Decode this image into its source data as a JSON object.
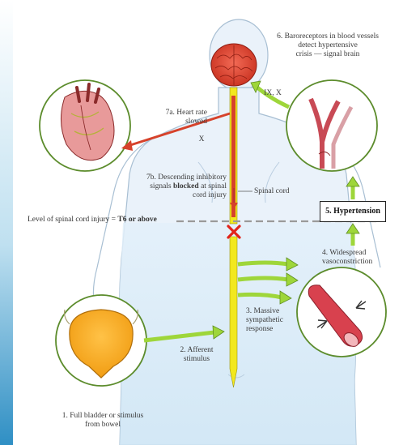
{
  "labels": {
    "step1": [
      "1. Full bladder or stimulus",
      "from bowel"
    ],
    "step2": [
      "2. Afferent",
      "stimulus"
    ],
    "step3": [
      "3. Massive",
      "sympathetic",
      "response"
    ],
    "step4": [
      "4. Widespread",
      "vasoconstriction"
    ],
    "step5": "5. Hypertension",
    "step6": [
      "6. Baroreceptors in blood vessels",
      "detect hypertensive",
      "crisis — signal brain"
    ],
    "step7a": [
      "7a. Heart rate",
      "slowed"
    ],
    "step7b_line1": "7b. Descending inhibitory",
    "step7b_pre": "signals ",
    "step7b_bold": "blocked",
    "step7b_post": " at spinal",
    "step7b_line3": "cord injury",
    "spinal_cord": "Spinal cord",
    "level_prefix": "Level of spinal cord injury = ",
    "level_bold": "T6 or above",
    "nerve_ix_x": "IX, X",
    "nerve_x": "X"
  },
  "colors": {
    "left_bar": "#2f8fc4",
    "body_fill": "#e8f1fa",
    "body_outline": "#9fb8cf",
    "lower_fill": "#d5e9f6",
    "cord_yellow": "#f2e81e",
    "cord_red": "#d6422b",
    "arrow_green": "#9ed63a",
    "arrow_green_edge": "#5f8f22",
    "arrow_red": "#d6422b",
    "bladder_orange": "#f6a51a",
    "block_x": "#e2231a"
  }
}
